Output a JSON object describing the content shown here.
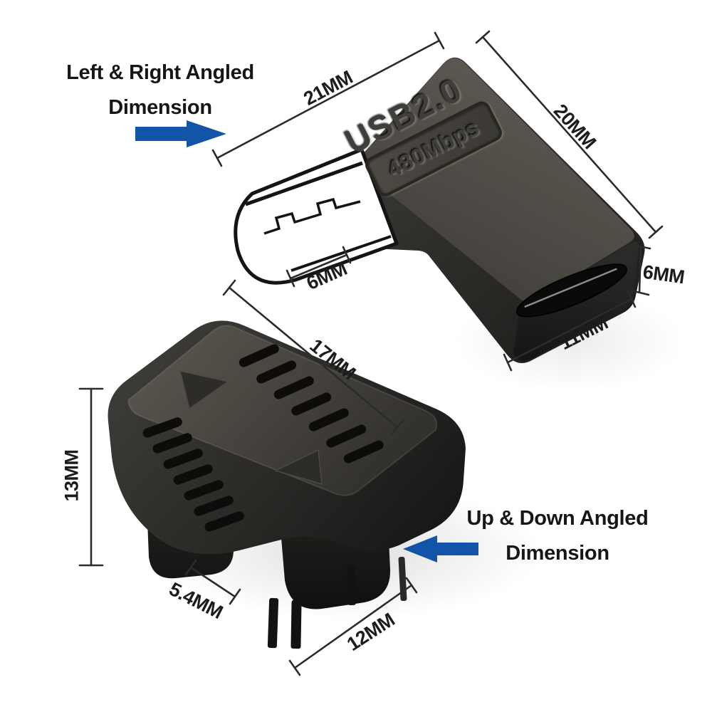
{
  "callouts": {
    "left_right": {
      "line1": "Left & Right Angled",
      "line2": "Dimension"
    },
    "up_down": {
      "line1": "Up & Down Angled",
      "line2": "Dimension"
    },
    "arrow_color": "#1254a8"
  },
  "top_adapter": {
    "embossed_spec": "USB2.0",
    "embossed_speed": "480Mbps",
    "dims": {
      "top_edge": "21MM",
      "right_edge": "20MM",
      "plug_length": "6MM",
      "port_height": "6MM",
      "port_width": "11MM"
    }
  },
  "bottom_adapter": {
    "dims": {
      "top_edge": "17MM",
      "body_height": "13MM",
      "leg_gap": "5.4MM",
      "plug_edge": "12MM"
    }
  }
}
